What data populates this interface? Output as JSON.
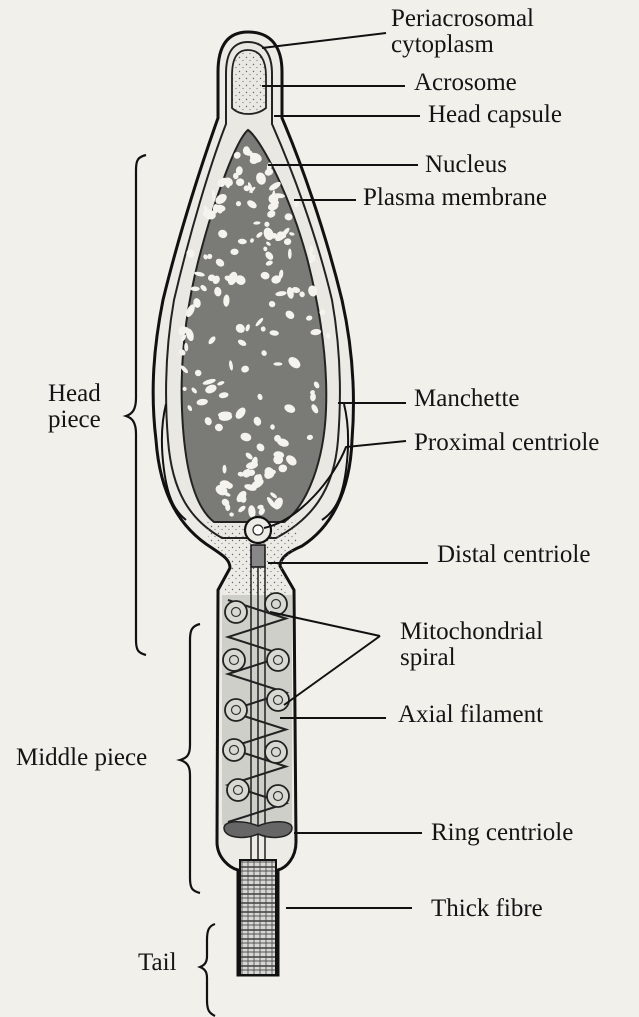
{
  "labels": {
    "periacrosomal": "Periacrosomal",
    "cytoplasm": "cytoplasm",
    "acrosome": "Acrosome",
    "head_capsule": "Head capsule",
    "nucleus": "Nucleus",
    "plasma_membrane": "Plasma membrane",
    "manchette": "Manchette",
    "proximal_centriole": "Proximal centriole",
    "distal_centriole": "Distal centriole",
    "mitochondrial": "Mitochondrial",
    "spiral": "spiral",
    "axial_filament": "Axial filament",
    "ring_centriole": "Ring centriole",
    "thick_fibre": "Thick fibre",
    "head_word": "Head",
    "piece_word": "piece",
    "middle_piece": "Middle piece",
    "tail": "Tail"
  }
}
